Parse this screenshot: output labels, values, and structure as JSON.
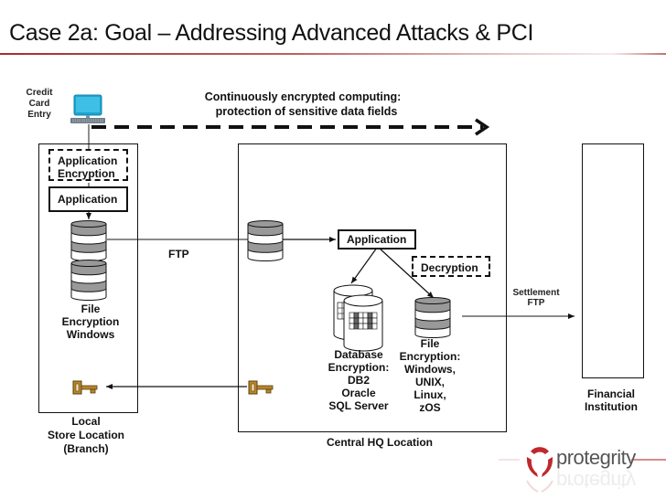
{
  "slide": {
    "title": "Case 2a: Goal – Addressing Advanced Attacks & PCI"
  },
  "header_note": {
    "line1": "Continuously encrypted computing:",
    "line2": "protection of sensitive data fields"
  },
  "credit_card_entry": {
    "label": "Credit\nCard\nEntry",
    "icon": "laptop-icon"
  },
  "local_store": {
    "label": "Local\nStore Location\n(Branch)",
    "app_encryption_label": "Application\nEncryption",
    "application_label": "Application",
    "file_encryption_label": "File\nEncryption\nWindows",
    "icons": [
      "database-icon",
      "database-icon",
      "key-icon"
    ]
  },
  "connections": {
    "ftp_label": "FTP",
    "settlement_label": "Settlement\nFTP"
  },
  "central_hq": {
    "label": "Central HQ Location",
    "application_label": "Application",
    "decryption_label": "Decryption",
    "database_encryption_label": "Database\nEncryption:\nDB2\nOracle\nSQL Server",
    "file_encryption_label": "File\nEncryption:\nWindows,\nUNIX,\nLinux,\nzOS",
    "icons": [
      "database-icon",
      "database-table-icon",
      "database-icon",
      "key-icon"
    ]
  },
  "financial_institution": {
    "label": "Financial\nInstitution"
  },
  "brand": {
    "name": "protegrity",
    "accent_color": "#c0282d",
    "rule_color": "#a03030"
  }
}
